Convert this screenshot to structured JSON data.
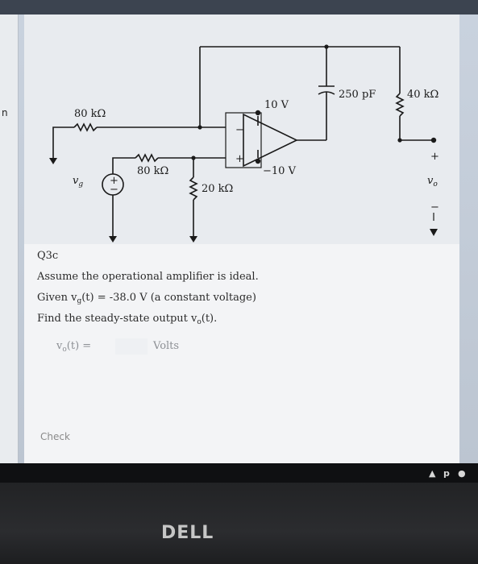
{
  "left_edge": {
    "glyph": "n"
  },
  "circuit": {
    "r_input": "80 kΩ",
    "r_lower": "80 kΩ",
    "r_ground": "20 kΩ",
    "capacitor": "250 pF",
    "r_feedback": "40 kΩ",
    "supply_pos": "10 V",
    "supply_neg": "−10 V",
    "source_label": "v",
    "source_sub": "g",
    "source_plus": "+",
    "source_minus": "−",
    "opamp_minus": "−",
    "opamp_plus": "+",
    "out_plus": "+",
    "out_label": "v",
    "out_sub": "o",
    "out_minus": "−"
  },
  "question": {
    "id": "Q3c",
    "line1": "Assume the operational amplifier is ideal.",
    "given_prefix": "Given v",
    "given_sub": "g",
    "given_suffix": "(t) = -38.0 V  (a constant voltage)",
    "find_prefix": "Find the steady-state output v",
    "find_sub": "o",
    "find_suffix": "(t).",
    "answer_prefix": "v",
    "answer_sub": "o",
    "answer_suffix": "(t) =",
    "answer_value": "",
    "units": "Volts"
  },
  "check_label": "Check",
  "taskbar": {
    "tray_1": "▲",
    "tray_2": "p",
    "tray_3": "●"
  },
  "brand": "DELL"
}
